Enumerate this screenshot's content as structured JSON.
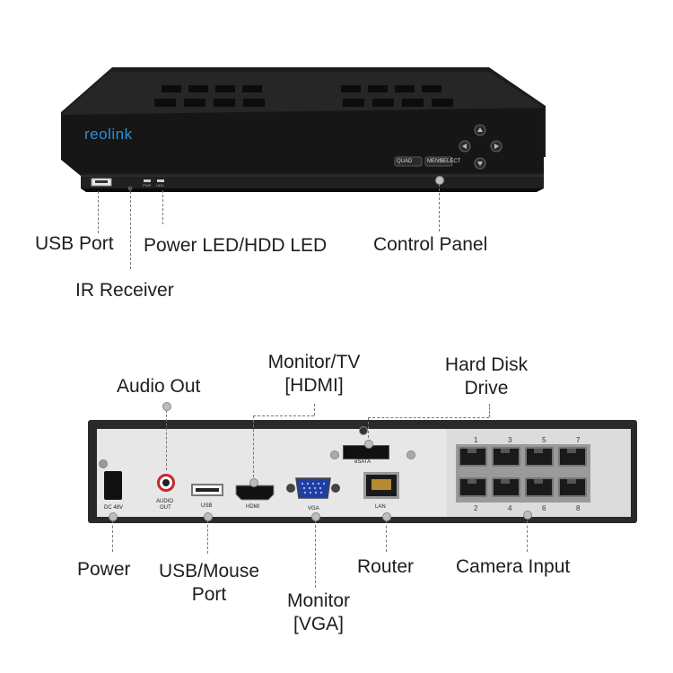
{
  "front": {
    "brand": "reolink",
    "labels": {
      "usb_port": "USB Port",
      "ir_receiver": "IR Receiver",
      "power_led": "Power LED/HDD LED",
      "control_panel": "Control Panel"
    },
    "buttons": [
      "QUAD",
      "MENU",
      "SELECT"
    ],
    "leds": [
      "PWR",
      "HDD"
    ]
  },
  "rear": {
    "labels": {
      "audio_out": "Audio Out",
      "monitor_hdmi_line1": "Monitor/TV",
      "monitor_hdmi_line2": "[HDMI]",
      "hard_disk_line1": "Hard Disk",
      "hard_disk_line2": "Drive",
      "power": "Power",
      "usb_mouse_line1": "USB/Mouse",
      "usb_mouse_line2": "Port",
      "monitor_vga_line1": "Monitor",
      "monitor_vga_line2": "[VGA]",
      "router": "Router",
      "camera_input": "Camera Input"
    },
    "port_text": {
      "dc": "DC 48V",
      "audio": "AUDIO",
      "audio2": "OUT",
      "usb": "USB",
      "hdmi": "HDMI",
      "vga": "VGA",
      "lan": "LAN",
      "sata": "eSATA"
    },
    "camera_top_numbers": [
      "1",
      "3",
      "5",
      "7"
    ],
    "camera_bottom_numbers": [
      "2",
      "4",
      "6",
      "8"
    ]
  }
}
